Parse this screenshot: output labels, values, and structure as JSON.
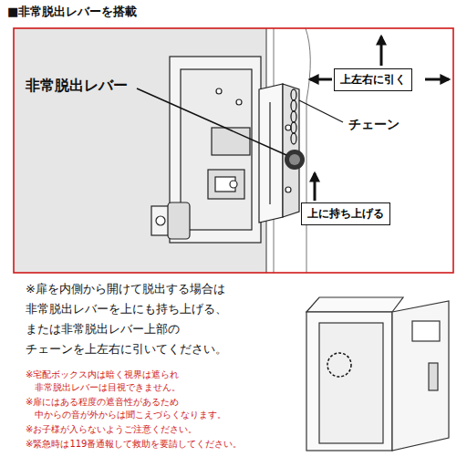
{
  "diagram": {
    "title": "■非常脱出レバーを搭載",
    "nodes": [
      {
        "text": [
          "上左右に引く"
        ]
      },
      {
        "text": [
          "上に持ち上げる"
        ]
      }
    ],
    "labels": [
      "非常脱出レバー",
      "チェーン",
      "※扉を内側から開けて脱出する場合は 非常脱出レバーを上にも持ち上げる、 または非常脱出レバー上部の チェーンを上左右に引いてください。",
      "※宅配ボックス内は暗く視界は遮られ 非常脱出レバーは目視できません。",
      "※扉にはある程度の遮音性があるため 中からの音が外からは聞こえづらくなります。",
      "※お子様が入らないようご注意ください。",
      "※緊急時は119番通報して救助を要請してください。"
    ]
  }
}
